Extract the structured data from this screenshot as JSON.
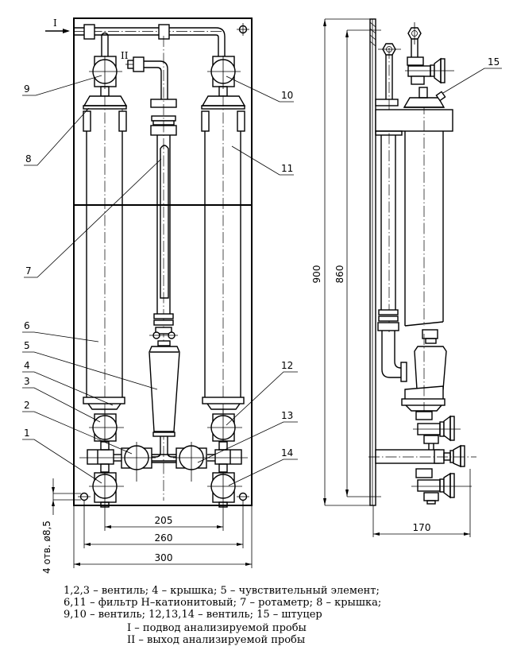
{
  "drawing": {
    "flow_labels": {
      "inlet": "I",
      "outlet": "II"
    },
    "callouts": [
      {
        "id": "1",
        "text": "1"
      },
      {
        "id": "2",
        "text": "2"
      },
      {
        "id": "3",
        "text": "3"
      },
      {
        "id": "4",
        "text": "4"
      },
      {
        "id": "5",
        "text": "5"
      },
      {
        "id": "6",
        "text": "6"
      },
      {
        "id": "7",
        "text": "7"
      },
      {
        "id": "8",
        "text": "8"
      },
      {
        "id": "9",
        "text": "9"
      },
      {
        "id": "10",
        "text": "10"
      },
      {
        "id": "11",
        "text": "11"
      },
      {
        "id": "12",
        "text": "12"
      },
      {
        "id": "13",
        "text": "13"
      },
      {
        "id": "14",
        "text": "14"
      },
      {
        "id": "15",
        "text": "15"
      }
    ],
    "dimensions": {
      "valve_spacing": "205",
      "hole_spacing": "260",
      "panel_width": "300",
      "panel_height": "900",
      "hole_height": "860",
      "depth": "170",
      "holes_note": "4 отв. ø8,5"
    }
  },
  "legend": {
    "lines": [
      "1,2,3 – вентиль; 4 – крышка; 5 – чувствительный элемент;",
      "6,11 – фильтр Н–катионитовый; 7 – ротаметр; 8 – крышка;",
      "9,10 – вентиль; 12,13,14 – вентиль; 15 – штуцер",
      "I – подвод анализируемой пробы",
      "II – выход анализируемой пробы"
    ]
  }
}
